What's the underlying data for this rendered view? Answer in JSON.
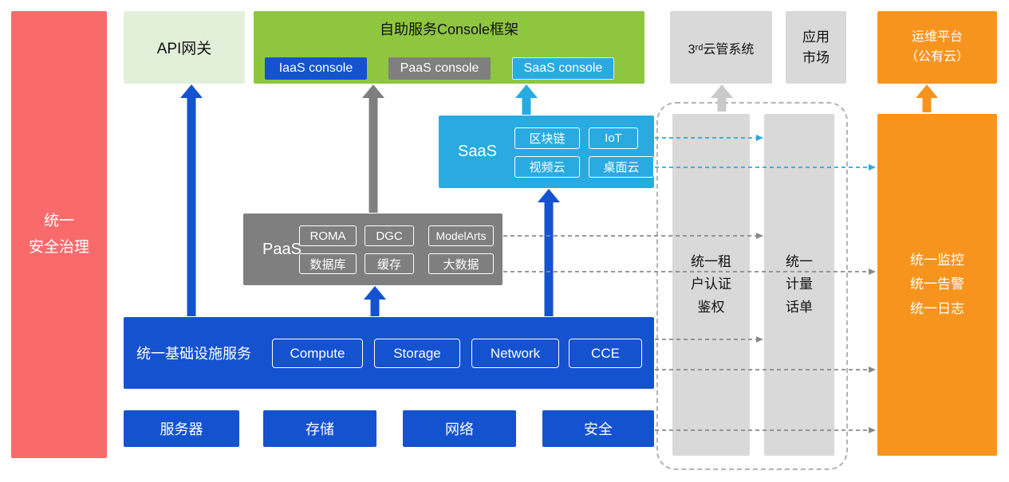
{
  "diagram": {
    "security_bar": {
      "label": "统一\n安全治理"
    },
    "api_gateway": {
      "label": "API网关"
    },
    "console_frame": {
      "title": "自助服务Console框架",
      "consoles": [
        {
          "label": "IaaS console"
        },
        {
          "label": "PaaS console"
        },
        {
          "label": "SaaS console"
        }
      ]
    },
    "third_party_cloud": {
      "label": "3ʳᵈ云管系统"
    },
    "app_market": {
      "label": "应用\n市场"
    },
    "ops_platform": {
      "label": "运维平台\n（公有云）"
    },
    "saas": {
      "label": "SaaS",
      "items": [
        {
          "label": "区块链"
        },
        {
          "label": "IoT"
        },
        {
          "label": "视频云"
        },
        {
          "label": "桌面云"
        }
      ]
    },
    "paas": {
      "label": "PaaS",
      "items": [
        {
          "label": "ROMA"
        },
        {
          "label": "DGC"
        },
        {
          "label": "ModelArts"
        },
        {
          "label": "数据库"
        },
        {
          "label": "缓存"
        },
        {
          "label": "大数据"
        }
      ]
    },
    "infrastructure": {
      "label": "统一基础设施服务",
      "items": [
        {
          "label": "Compute"
        },
        {
          "label": "Storage"
        },
        {
          "label": "Network"
        },
        {
          "label": "CCE"
        }
      ]
    },
    "hardware": [
      {
        "label": "服务器"
      },
      {
        "label": "存储"
      },
      {
        "label": "网络"
      },
      {
        "label": "安全"
      }
    ],
    "tenant_auth_bar": {
      "label": "统一租\n户认证\n鉴权"
    },
    "metering_bar": {
      "label": "统一\n计量\n话单"
    },
    "monitoring_bar": {
      "label": "统一监控\n统一告警\n统一日志"
    },
    "colors": {
      "blue": "#1552d0",
      "gray": "#7f7f7f",
      "cyan": "#29abe2",
      "green": "#8ec63f",
      "pale_green": "#e2f0d9",
      "light_gray": "#d9d9d9",
      "orange": "#f7941e",
      "red": "#f96b6b"
    }
  }
}
